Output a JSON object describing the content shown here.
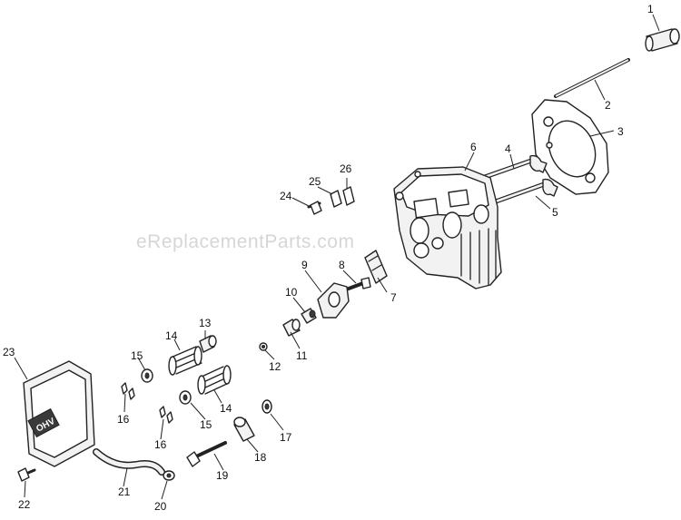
{
  "watermark": "eReplacementParts.com",
  "cover_badge": "OHV",
  "callouts": [
    "1",
    "2",
    "3",
    "4",
    "5",
    "6",
    "7",
    "8",
    "9",
    "10",
    "11",
    "12",
    "13",
    "14",
    "14",
    "15",
    "15",
    "16",
    "16",
    "17",
    "18",
    "19",
    "20",
    "21",
    "22",
    "23",
    "24",
    "25",
    "26"
  ]
}
